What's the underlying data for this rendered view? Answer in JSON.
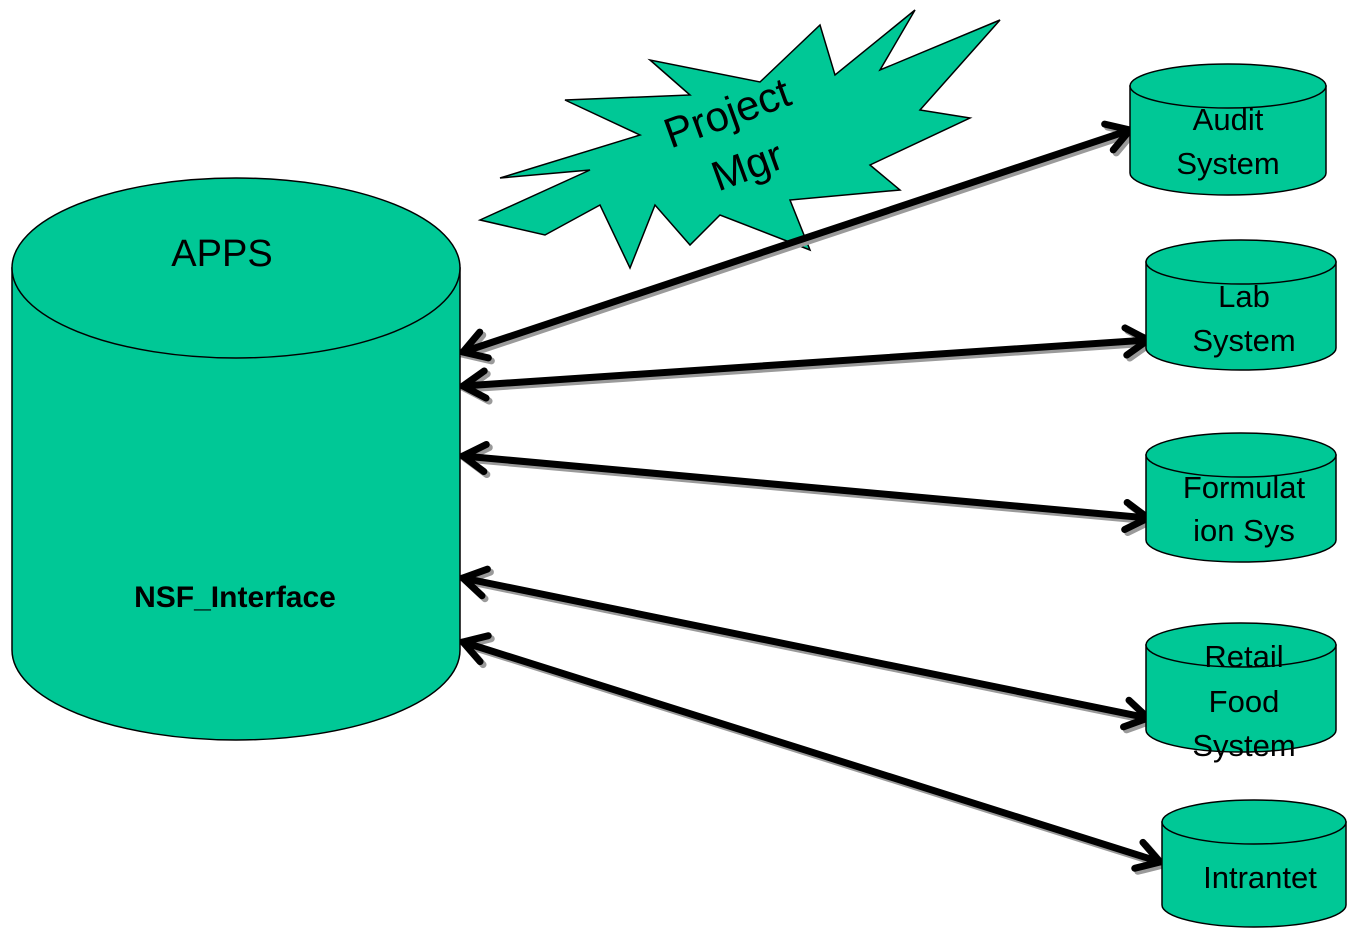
{
  "colors": {
    "fill": "#00c896",
    "stroke": "#000000"
  },
  "apps": {
    "title": "APPS",
    "subtitle": "NSF_Interface"
  },
  "burst": {
    "line1": "Project",
    "line2": "Mgr"
  },
  "systems": [
    {
      "id": "audit",
      "lines": [
        "Audit",
        "System"
      ]
    },
    {
      "id": "lab",
      "lines": [
        "Lab",
        "System"
      ]
    },
    {
      "id": "formulation",
      "lines": [
        "Formulat",
        "ion Sys"
      ]
    },
    {
      "id": "retail",
      "lines": [
        "Retail",
        "Food",
        "System"
      ]
    },
    {
      "id": "intranet",
      "lines": [
        "Intrantet"
      ]
    }
  ]
}
